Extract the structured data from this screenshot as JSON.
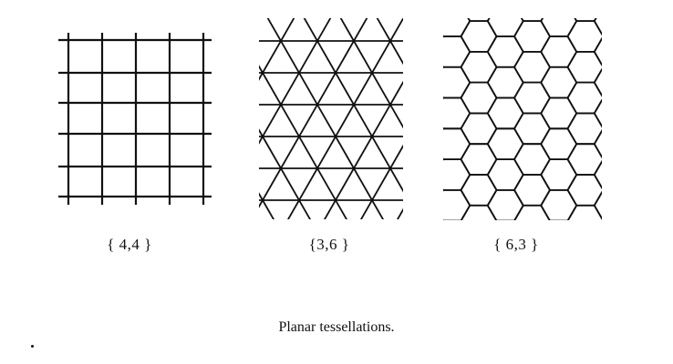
{
  "figure": {
    "tilings": [
      {
        "name": "square-tiling",
        "label": "{ 4,4 }"
      },
      {
        "name": "triangular-tiling",
        "label": "{3,6 }"
      },
      {
        "name": "hexagonal-tiling",
        "label": "{ 6,3 }"
      }
    ],
    "caption": "Planar tessellations."
  }
}
